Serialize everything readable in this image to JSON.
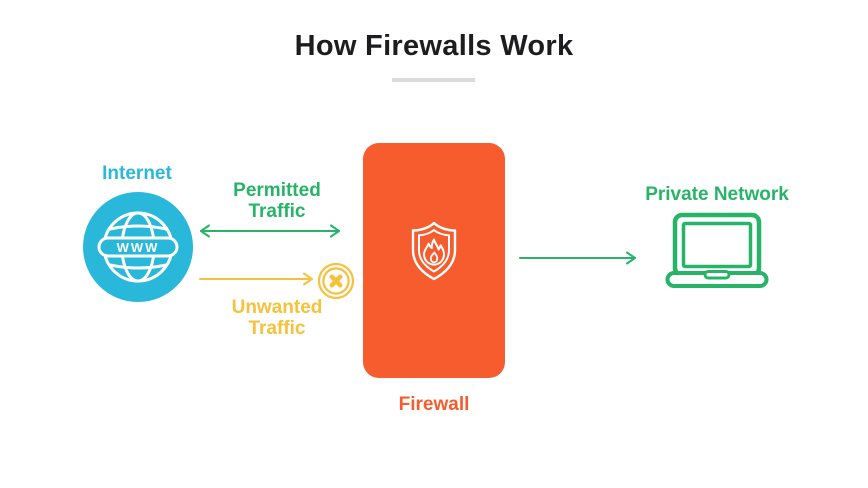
{
  "title": "How Firewalls Work",
  "nodes": {
    "internet": {
      "label": "Internet",
      "icon": "globe-www-icon"
    },
    "firewall": {
      "label": "Firewall",
      "icon": "shield-flame-icon"
    },
    "private_network": {
      "label": "Private Network",
      "icon": "laptop-icon"
    }
  },
  "flows": {
    "permitted": {
      "label": "Permitted Traffic",
      "style": "double-headed-arrow",
      "color_name": "green"
    },
    "unwanted": {
      "label": "Unwanted Traffic",
      "style": "arrow-into-blocked-cross",
      "color_name": "yellow"
    },
    "outbound": {
      "label": "",
      "style": "arrow",
      "color_name": "green"
    }
  },
  "icons": {
    "globe_text": "WWW",
    "blocked": "blocked-cross-icon"
  },
  "colors": {
    "cyan": "#29B8D9",
    "green": "#27B468",
    "yellow": "#F6C13B",
    "orange": "#F75C2E",
    "title_text": "#1D1D1F",
    "divider": "#DBDBDB"
  }
}
